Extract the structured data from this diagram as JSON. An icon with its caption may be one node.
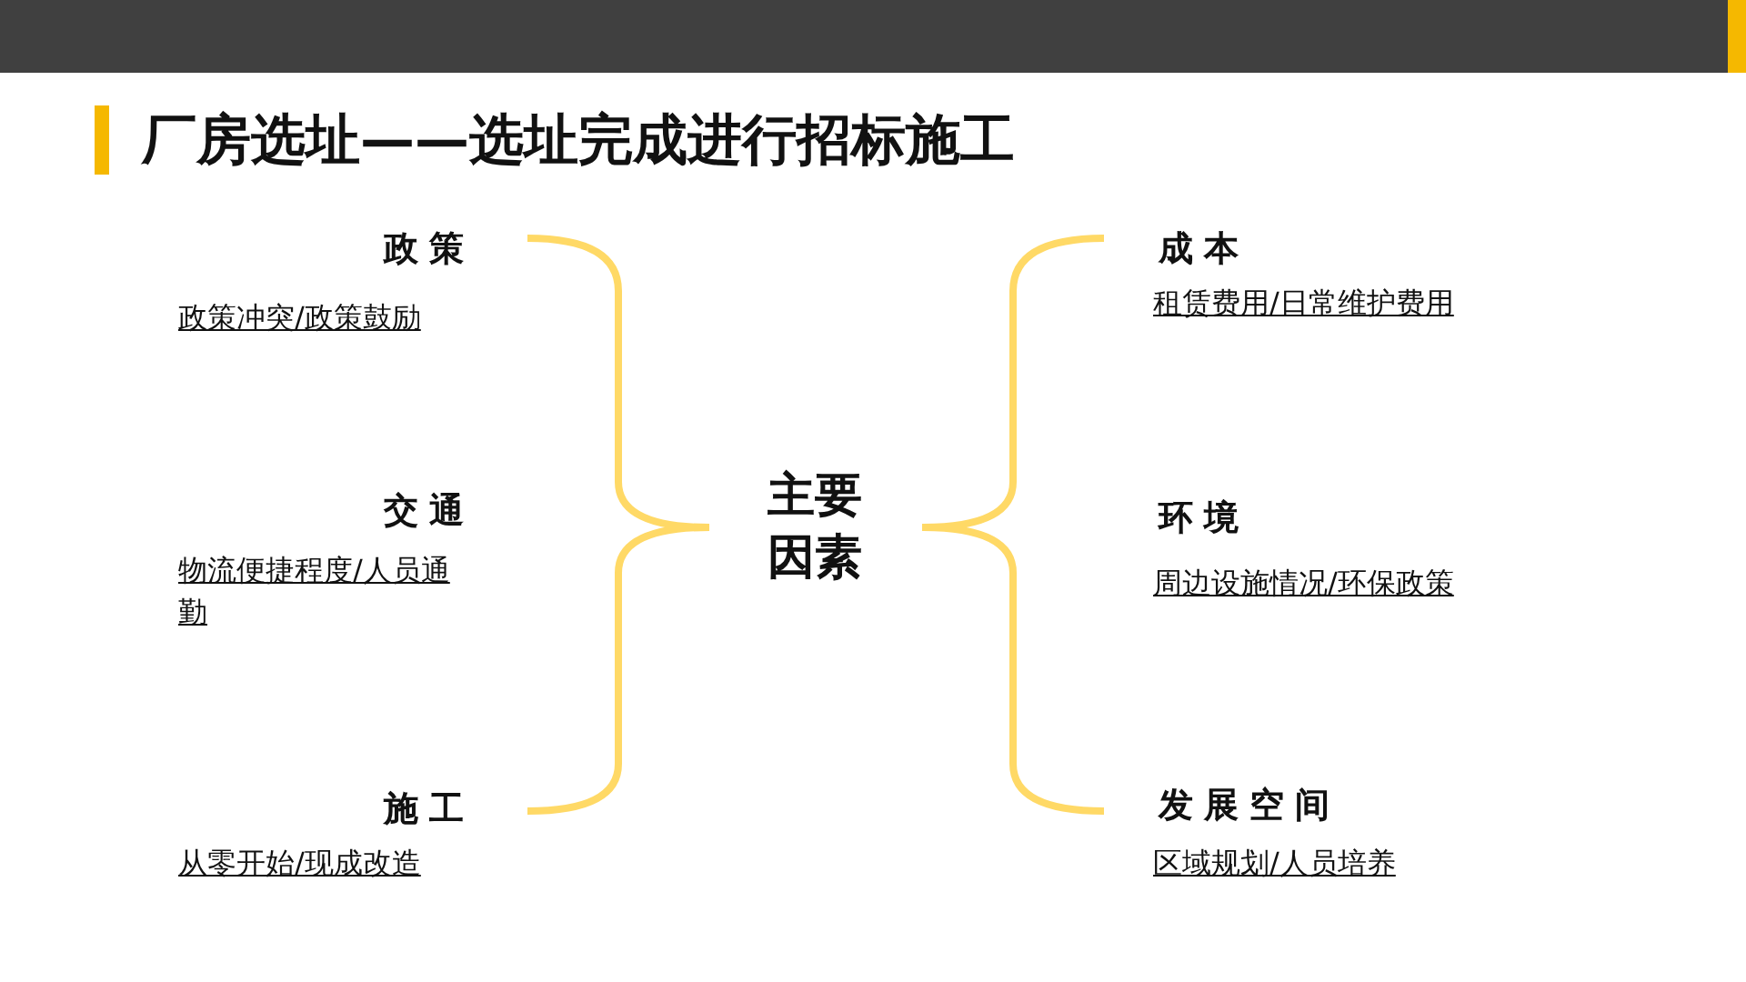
{
  "diagram": {
    "title": "厂房选址——选址完成进行招标施工",
    "labels": [
      "政策",
      "政策冲突/政策鼓励",
      "交通",
      "物流便捷程度/人员通勤",
      "施工",
      "从零开始/现成改造",
      "主要因素",
      "成本",
      "租赁费用/日常维护费用",
      "环境",
      "周边设施情况/环保政策",
      "发展空间",
      "区域规划/人员培养"
    ]
  }
}
